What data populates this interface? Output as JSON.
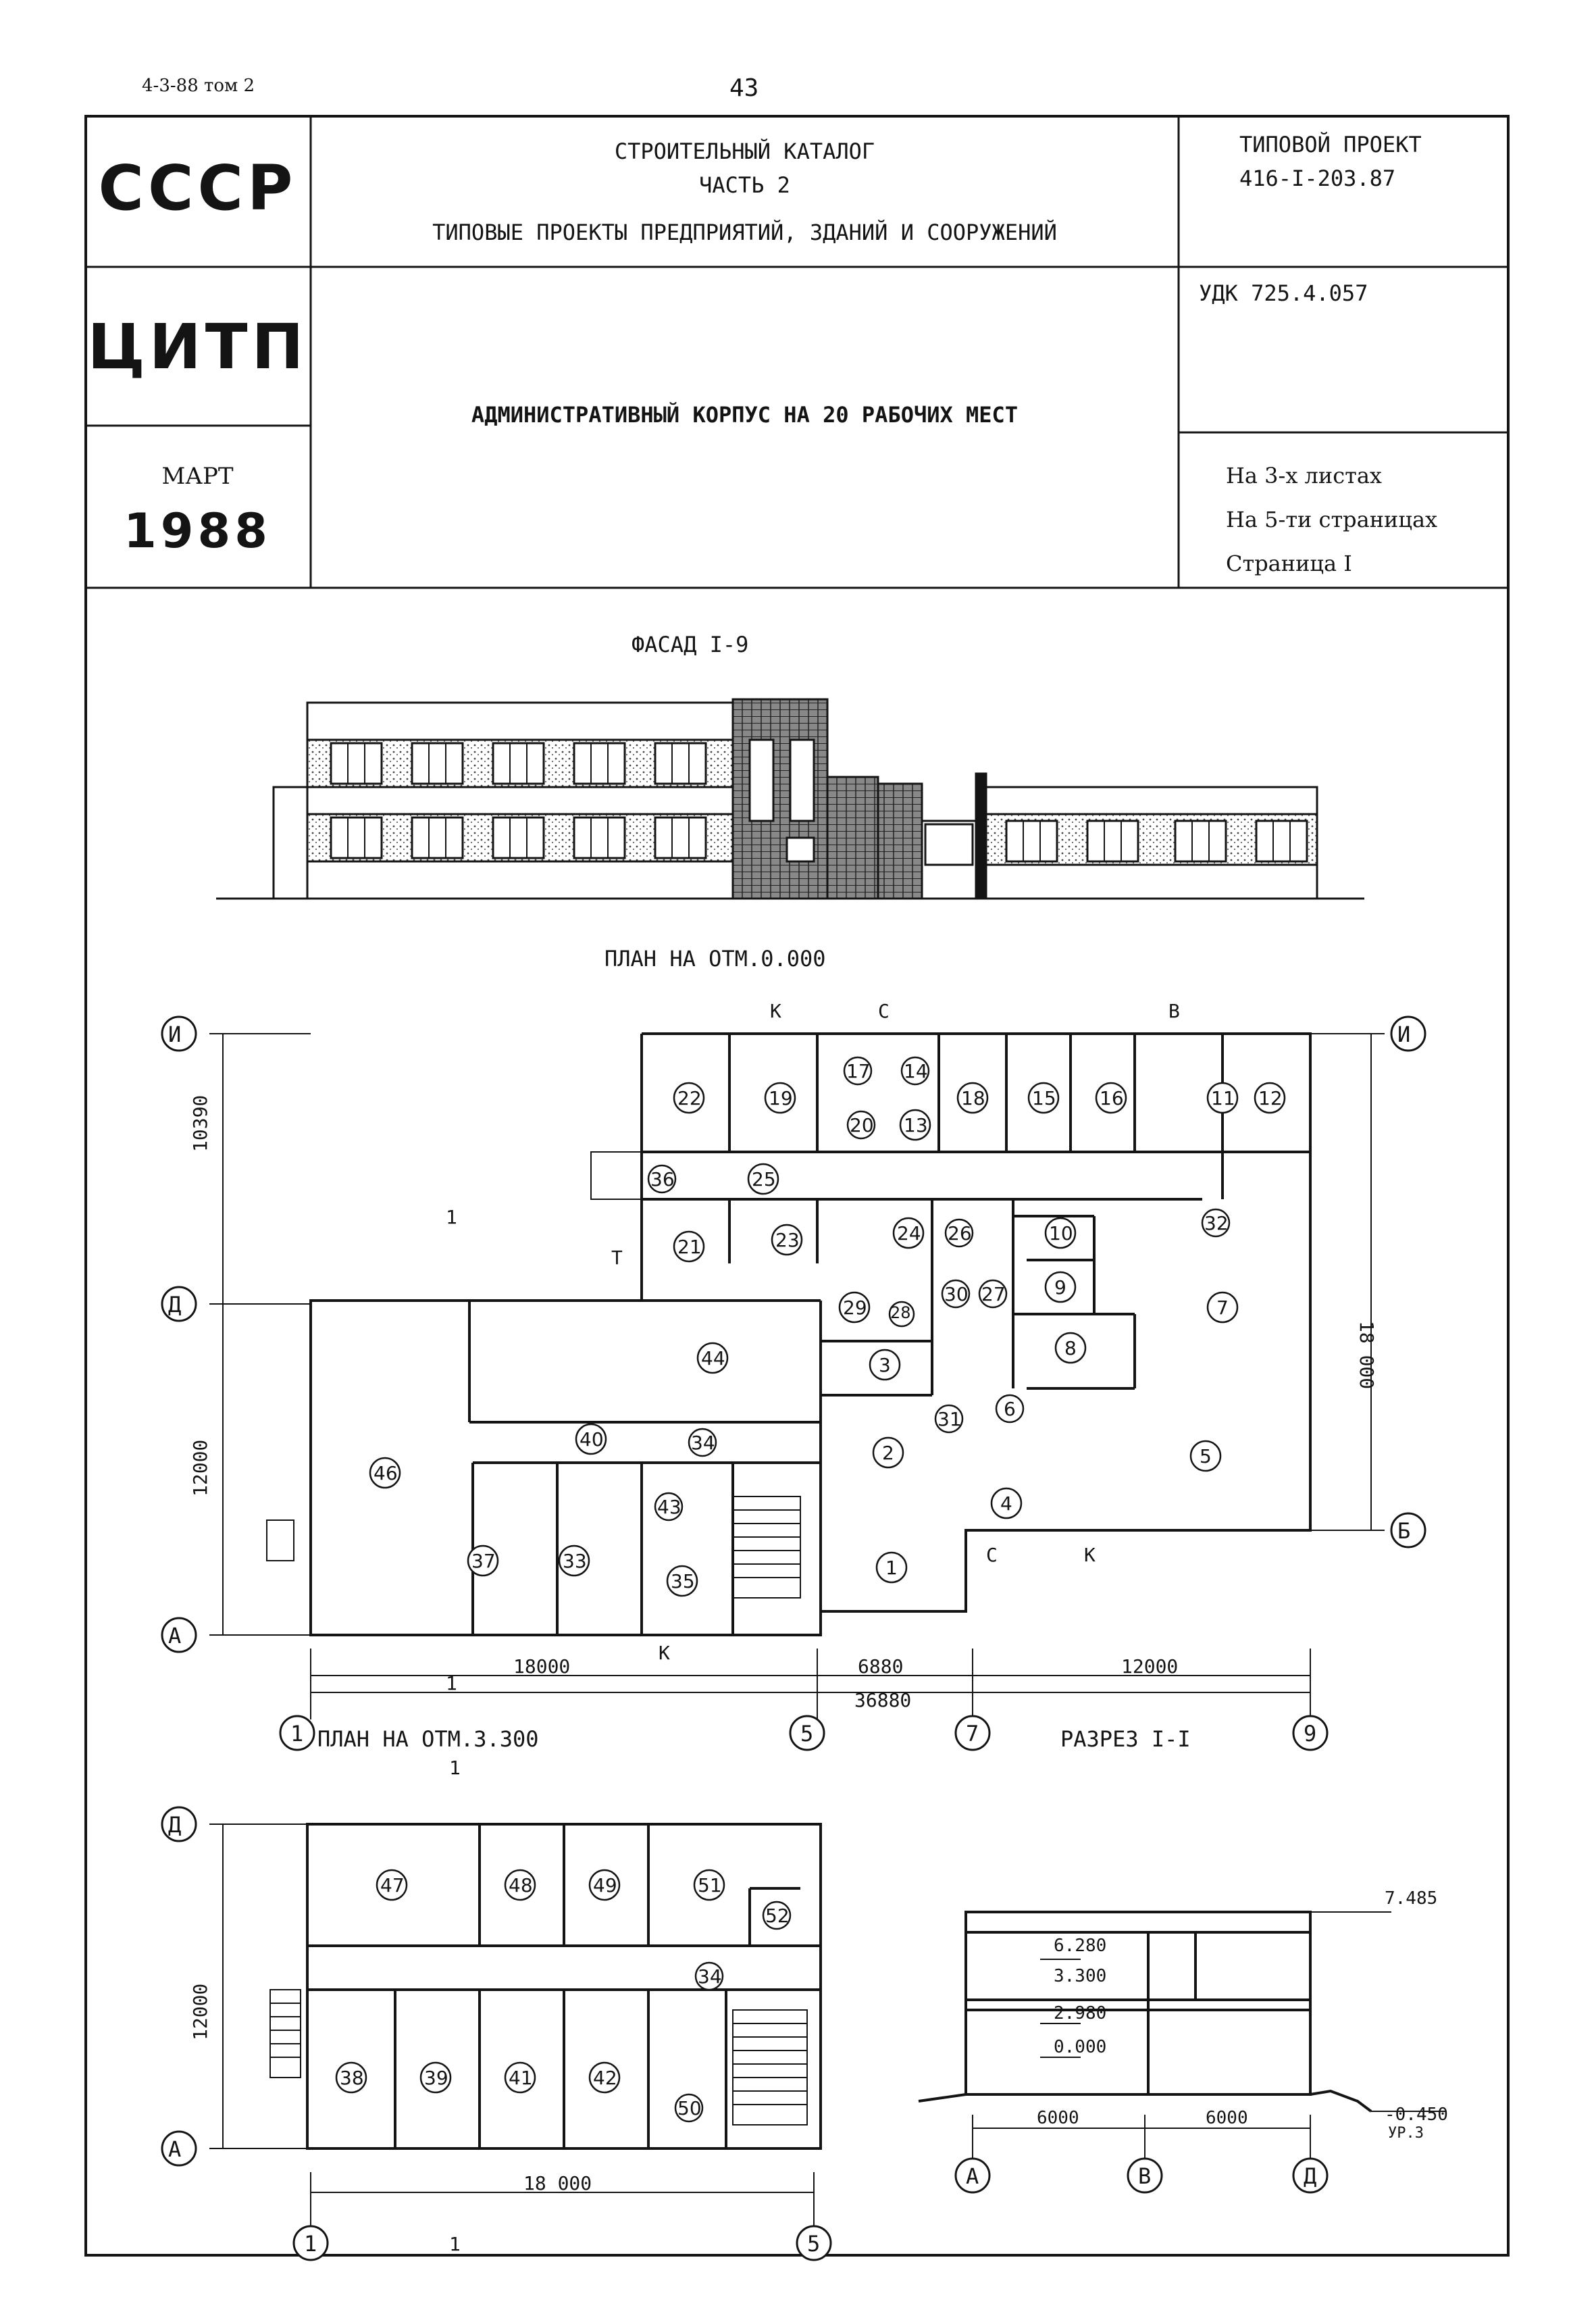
{
  "header": {
    "volume_ref": "4-3-88 том 2",
    "page_number": "43"
  },
  "title_block": {
    "country": "СССР",
    "agency": "ЦИТП",
    "month": "МАРТ",
    "year": "1988",
    "catalog_line1": "СТРОИТЕЛЬНЫЙ КАТАЛОГ",
    "catalog_line2": "ЧАСТЬ 2",
    "catalog_line3": "ТИПОВЫЕ ПРОЕКТЫ ПРЕДПРИЯТИЙ, ЗДАНИЙ И СООРУЖЕНИЙ",
    "project_type": "ТИПОВОЙ ПРОЕКТ",
    "project_code": "416-I-203.87",
    "udc": "УДК 725.4.057",
    "document_title": "АДМИНИСТРАТИВНЫЙ  КОРПУС  НА 20 РАБОЧИХ МЕСТ",
    "sheets": "На 3-х листах",
    "pages": "На 5-ти страницах",
    "page": "Страница I"
  },
  "drawings": {
    "facade_title": "ФАСАД I-9",
    "plan0_title": "ПЛАН НА ОТМ.0.000",
    "plan1_title": "ПЛАН НА ОТМ.3.300",
    "section_title": "РАЗРЕЗ I-I"
  },
  "plan0": {
    "axes": {
      "I": "И",
      "D": "Д",
      "A": "А",
      "B": "Б",
      "n1": "1",
      "n5": "5",
      "n7": "7",
      "n9": "9"
    },
    "dims": {
      "d10390": "10390",
      "d12000": "12000",
      "d18000v": "18 000",
      "d18000": "18000",
      "d6880": "6880",
      "d12000b": "12000",
      "d36880": "36880"
    },
    "section_marks": {
      "k": "К",
      "c": "С",
      "v": "В",
      "one": "1",
      "t": "Т"
    },
    "rooms": {
      "r1": "1",
      "r2": "2",
      "r3": "3",
      "r4": "4",
      "r5": "5",
      "r6": "6",
      "r7": "7",
      "r8": "8",
      "r9": "9",
      "r10": "10",
      "r11": "11",
      "r12": "12",
      "r13": "13",
      "r14": "14",
      "r15": "15",
      "r16": "16",
      "r17": "17",
      "r18": "18",
      "r19": "19",
      "r20": "20",
      "r21": "21",
      "r22": "22",
      "r23": "23",
      "r24": "24",
      "r25": "25",
      "r26": "26",
      "r27": "27",
      "r28": "28",
      "r29": "29",
      "r30": "30",
      "r31": "31",
      "r32": "32",
      "r33": "33",
      "r34": "34",
      "r35": "35",
      "r36": "36",
      "r37": "37",
      "r40": "40",
      "r43": "43",
      "r44": "44",
      "r46": "46"
    }
  },
  "plan1": {
    "axes": {
      "D": "Д",
      "A": "А",
      "n1": "1",
      "n5": "5"
    },
    "dims": {
      "d12000": "12000",
      "d18000": "18 000"
    },
    "section_mark": "1",
    "rooms": {
      "r34": "34",
      "r38": "38",
      "r39": "39",
      "r41": "41",
      "r42": "42",
      "r47": "47",
      "r48": "48",
      "r49": "49",
      "r50": "50",
      "r51": "51",
      "r52": "52"
    }
  },
  "section": {
    "levels": {
      "top": "7.485",
      "l6280": "6.280",
      "l3300": "3.300",
      "l2980": "2.980",
      "l0": "0.000",
      "lneg": "-0.450",
      "ground": "УР.З"
    },
    "dims": {
      "d1": "6000",
      "d2": "6000"
    },
    "axes": {
      "A": "А",
      "V": "В",
      "D": "Д"
    }
  }
}
